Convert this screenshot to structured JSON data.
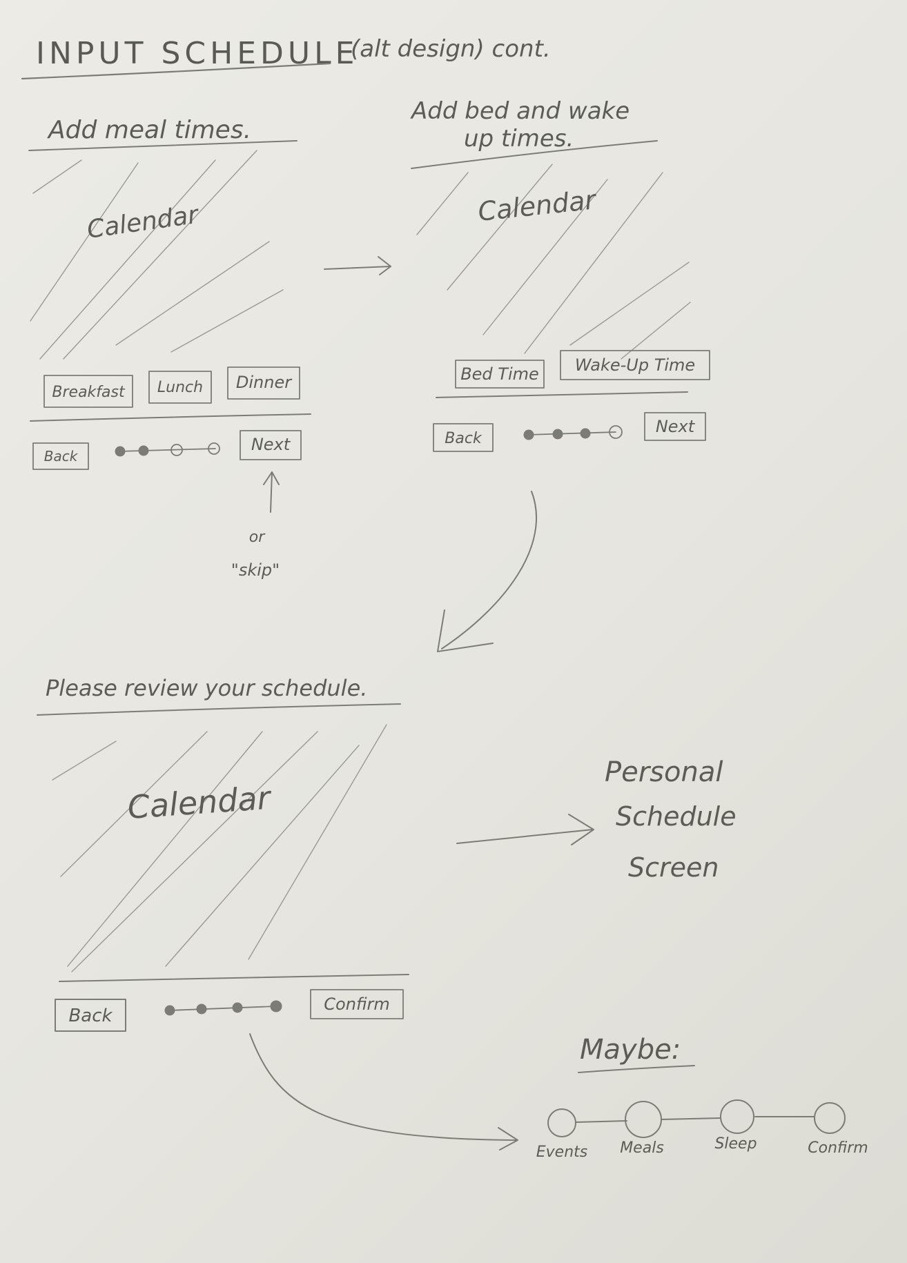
{
  "title": {
    "main": "INPUT SCHEDULE",
    "suffix": "(alt design) cont."
  },
  "screens": {
    "meals": {
      "heading": "Add meal times.",
      "calendar_label": "Calendar",
      "buttons": [
        "Breakfast",
        "Lunch",
        "Dinner"
      ],
      "back_label": "Back",
      "next_label": "Next",
      "note_or": "or",
      "note_skip": "\"skip\""
    },
    "sleep": {
      "heading_line1": "Add bed and wake",
      "heading_line2": "up times.",
      "calendar_label": "Calendar",
      "buttons": [
        "Bed Time",
        "Wake-Up Time"
      ],
      "back_label": "Back",
      "next_label": "Next"
    },
    "review": {
      "heading": "Please review your schedule.",
      "calendar_label": "Calendar",
      "back_label": "Back",
      "confirm_label": "Confirm"
    }
  },
  "personal_schedule": {
    "line1": "Personal",
    "line2": "Schedule",
    "line3": "Screen"
  },
  "maybe": {
    "heading": "Maybe:",
    "steps": [
      "Events",
      "Meals",
      "Sleep",
      "Confirm"
    ]
  },
  "colors": {
    "paper": "#e8e7e0",
    "pencil": "#7c7c76"
  }
}
